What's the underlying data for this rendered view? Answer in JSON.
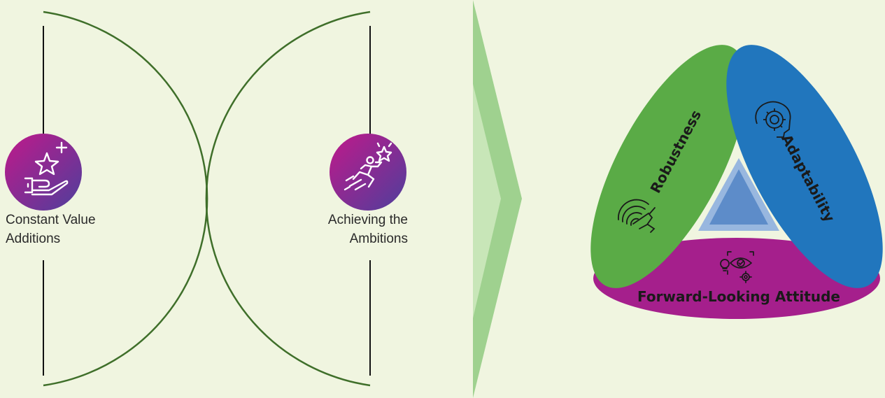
{
  "left_panel": {
    "item1": {
      "caption_line1": "Constant Value",
      "caption_line2": "Additions",
      "icon": "hand-with-stars-icon"
    },
    "item2": {
      "caption_line1": "Achieving the",
      "caption_line2": "Ambitions",
      "icon": "person-reaching-star-icon"
    }
  },
  "right_panel": {
    "segments": [
      {
        "label": "Robustness",
        "color": "#5aab46",
        "icon": "shield-arrows-icon"
      },
      {
        "label": "Adaptability",
        "color": "#2176bd",
        "icon": "gear-head-icon"
      },
      {
        "label": "Forward-Looking Attitude",
        "color": "#a51f8c",
        "icon": "eye-bulb-gear-icon"
      }
    ],
    "center_icon": "triangle-icon"
  },
  "colors": {
    "background": "#f0f5e0",
    "arc_stroke": "#3f6f2a",
    "circle_gradient_start": "#b31c8e",
    "circle_gradient_end": "#5b3a99",
    "chevron_dark": "#9fd18f",
    "chevron_light": "#c8e6b8"
  }
}
